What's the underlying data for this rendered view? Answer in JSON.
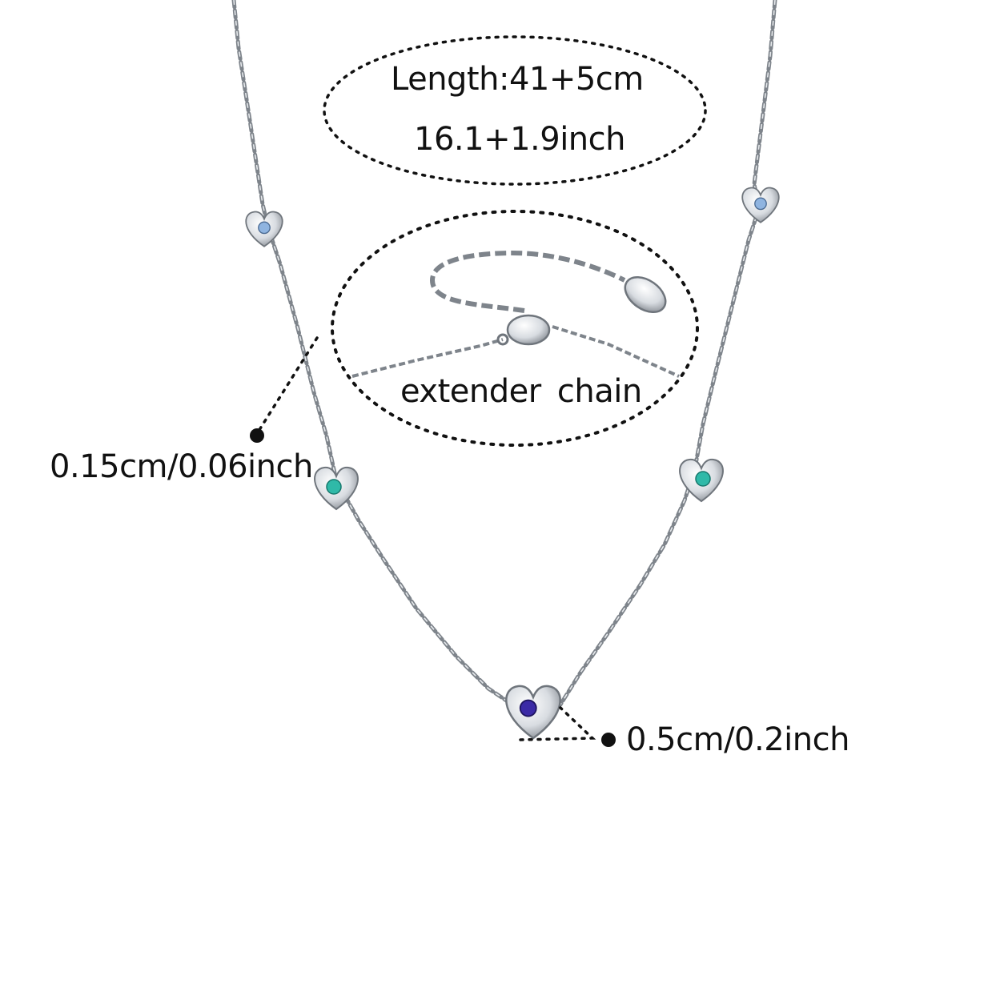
{
  "labels": {
    "length_cm": "Length:41+5cm",
    "length_inch": "16.1+1.9inch",
    "extender": "extender  chain",
    "chain_width": "0.15cm/0.06inch",
    "pendant_width": "0.5cm/0.2inch"
  },
  "colors": {
    "background": "#ffffff",
    "text": "#111111",
    "chain": "#8a8f96",
    "chain_highlight": "#d9dde2",
    "stone_light_blue": "#8fb4e0",
    "stone_teal": "#2fb9a8",
    "stone_purple": "#3b2aa6"
  },
  "icons": [
    "heart-pendant-icon",
    "lobster-clasp-icon",
    "oval-tag-icon"
  ]
}
